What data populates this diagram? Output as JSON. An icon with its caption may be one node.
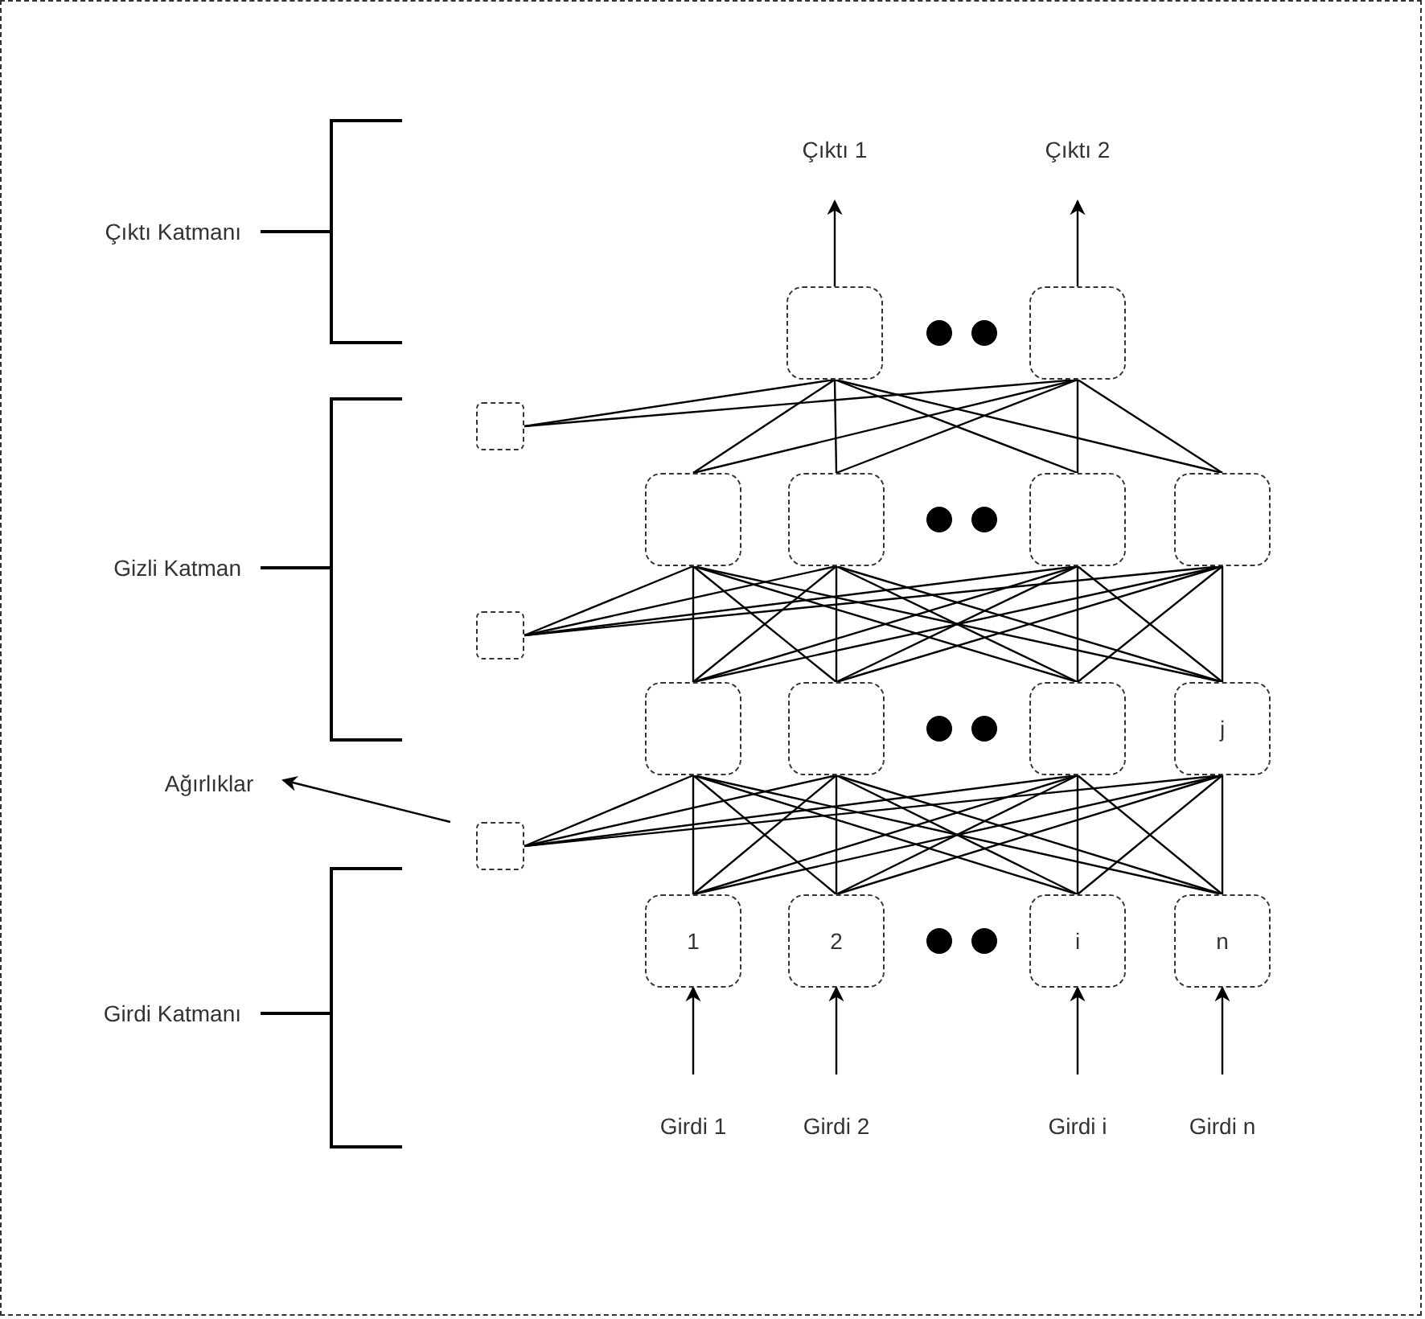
{
  "diagram": {
    "nodes": [
      {
        "text": [
          "Çıktı 1"
        ]
      },
      {
        "text": [
          "Çıktı 2"
        ]
      },
      {
        "text": [],
        "shape": "box"
      },
      {
        "text": [],
        "shape": "box"
      },
      {
        "text": [],
        "shape": "box"
      },
      {
        "text": [],
        "shape": "box"
      },
      {
        "text": [],
        "shape": "box"
      },
      {
        "text": [],
        "shape": "box"
      },
      {
        "text": [],
        "shape": "box"
      },
      {
        "text": [],
        "shape": "box"
      },
      {
        "text": [],
        "shape": "box"
      },
      {
        "text": [],
        "shape": "box"
      },
      {
        "text": [],
        "shape": "box"
      },
      {
        "text": [
          "j"
        ]
      },
      {
        "text": [
          "Ağırlıklar"
        ]
      },
      {
        "text": [],
        "shape": "box"
      },
      {
        "text": [
          "1"
        ]
      },
      {
        "text": [
          "2"
        ]
      },
      {
        "text": [
          "i"
        ]
      },
      {
        "text": [
          "n"
        ]
      },
      {
        "text": [
          "Girdi 1"
        ]
      },
      {
        "text": [
          "Girdi 2"
        ]
      },
      {
        "text": [
          "Girdi i"
        ]
      },
      {
        "text": [
          "Girdi n"
        ]
      }
    ],
    "edges": [
      {
        "from": 2,
        "to": 0,
        "arrow": "to"
      },
      {
        "from": 3,
        "to": 1,
        "arrow": "to"
      },
      {
        "from": 4,
        "to": 2,
        "arrow": "none"
      },
      {
        "from": 4,
        "to": 3,
        "arrow": "none"
      },
      {
        "from": 5,
        "to": 2,
        "arrow": "none"
      },
      {
        "from": 5,
        "to": 3,
        "arrow": "none"
      },
      {
        "from": 6,
        "to": 2,
        "arrow": "none"
      },
      {
        "from": 6,
        "to": 3,
        "arrow": "none"
      },
      {
        "from": 7,
        "to": 2,
        "arrow": "none"
      },
      {
        "from": 7,
        "to": 3,
        "arrow": "none"
      },
      {
        "from": 8,
        "to": 2,
        "arrow": "none"
      },
      {
        "from": 8,
        "to": 3,
        "arrow": "none"
      },
      {
        "from": 9,
        "to": 5,
        "arrow": "none"
      },
      {
        "from": 9,
        "to": 6,
        "arrow": "none"
      },
      {
        "from": 9,
        "to": 7,
        "arrow": "none"
      },
      {
        "from": 9,
        "to": 8,
        "arrow": "none"
      },
      {
        "from": 10,
        "to": 5,
        "arrow": "none"
      },
      {
        "from": 10,
        "to": 6,
        "arrow": "none"
      },
      {
        "from": 10,
        "to": 7,
        "arrow": "none"
      },
      {
        "from": 10,
        "to": 8,
        "arrow": "none"
      },
      {
        "from": 11,
        "to": 5,
        "arrow": "none"
      },
      {
        "from": 11,
        "to": 6,
        "arrow": "none"
      },
      {
        "from": 11,
        "to": 7,
        "arrow": "none"
      },
      {
        "from": 11,
        "to": 8,
        "arrow": "none"
      },
      {
        "from": 12,
        "to": 5,
        "arrow": "none"
      },
      {
        "from": 12,
        "to": 6,
        "arrow": "none"
      },
      {
        "from": 12,
        "to": 7,
        "arrow": "none"
      },
      {
        "from": 12,
        "to": 8,
        "arrow": "none"
      },
      {
        "from": 13,
        "to": 5,
        "arrow": "none"
      },
      {
        "from": 13,
        "to": 6,
        "arrow": "none"
      },
      {
        "from": 13,
        "to": 7,
        "arrow": "none"
      },
      {
        "from": 13,
        "to": 8,
        "arrow": "none"
      },
      {
        "from": 15,
        "to": 14,
        "arrow": "to"
      },
      {
        "from": 15,
        "to": 10,
        "arrow": "none"
      },
      {
        "from": 15,
        "to": 11,
        "arrow": "none"
      },
      {
        "from": 15,
        "to": 12,
        "arrow": "none"
      },
      {
        "from": 15,
        "to": 13,
        "arrow": "none"
      },
      {
        "from": 16,
        "to": 10,
        "arrow": "none"
      },
      {
        "from": 16,
        "to": 11,
        "arrow": "none"
      },
      {
        "from": 16,
        "to": 12,
        "arrow": "none"
      },
      {
        "from": 16,
        "to": 13,
        "arrow": "none"
      },
      {
        "from": 17,
        "to": 10,
        "arrow": "none"
      },
      {
        "from": 17,
        "to": 11,
        "arrow": "none"
      },
      {
        "from": 17,
        "to": 12,
        "arrow": "none"
      },
      {
        "from": 17,
        "to": 13,
        "arrow": "none"
      },
      {
        "from": 18,
        "to": 10,
        "arrow": "none"
      },
      {
        "from": 18,
        "to": 11,
        "arrow": "none"
      },
      {
        "from": 18,
        "to": 12,
        "arrow": "none"
      },
      {
        "from": 18,
        "to": 13,
        "arrow": "none"
      },
      {
        "from": 19,
        "to": 10,
        "arrow": "none"
      },
      {
        "from": 19,
        "to": 11,
        "arrow": "none"
      },
      {
        "from": 19,
        "to": 12,
        "arrow": "none"
      },
      {
        "from": 19,
        "to": 13,
        "arrow": "none"
      },
      {
        "from": 20,
        "to": 16,
        "arrow": "to"
      },
      {
        "from": 21,
        "to": 17,
        "arrow": "to"
      },
      {
        "from": 22,
        "to": 18,
        "arrow": "to"
      },
      {
        "from": 23,
        "to": 19,
        "arrow": "to"
      }
    ],
    "labels": [
      "Çıktı Katmanı",
      "Gizli Katman",
      "Girdi Katmanı"
    ]
  }
}
